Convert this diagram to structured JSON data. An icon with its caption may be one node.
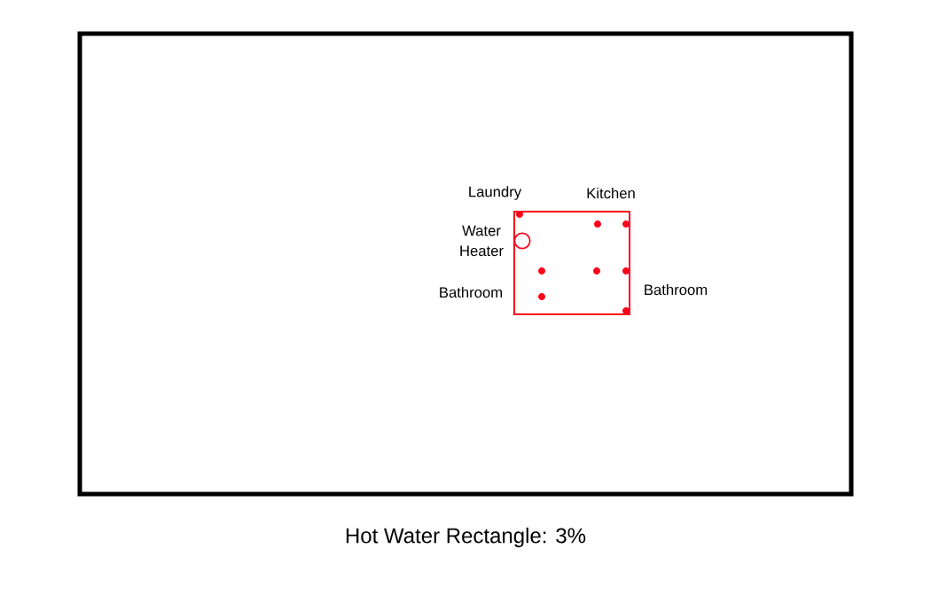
{
  "diagram": {
    "caption": "Hot Water Rectangle:  3%",
    "labels": [
      "Laundry",
      "Kitchen",
      "Water Heater",
      "Bathroom",
      "Bathroom"
    ]
  }
}
